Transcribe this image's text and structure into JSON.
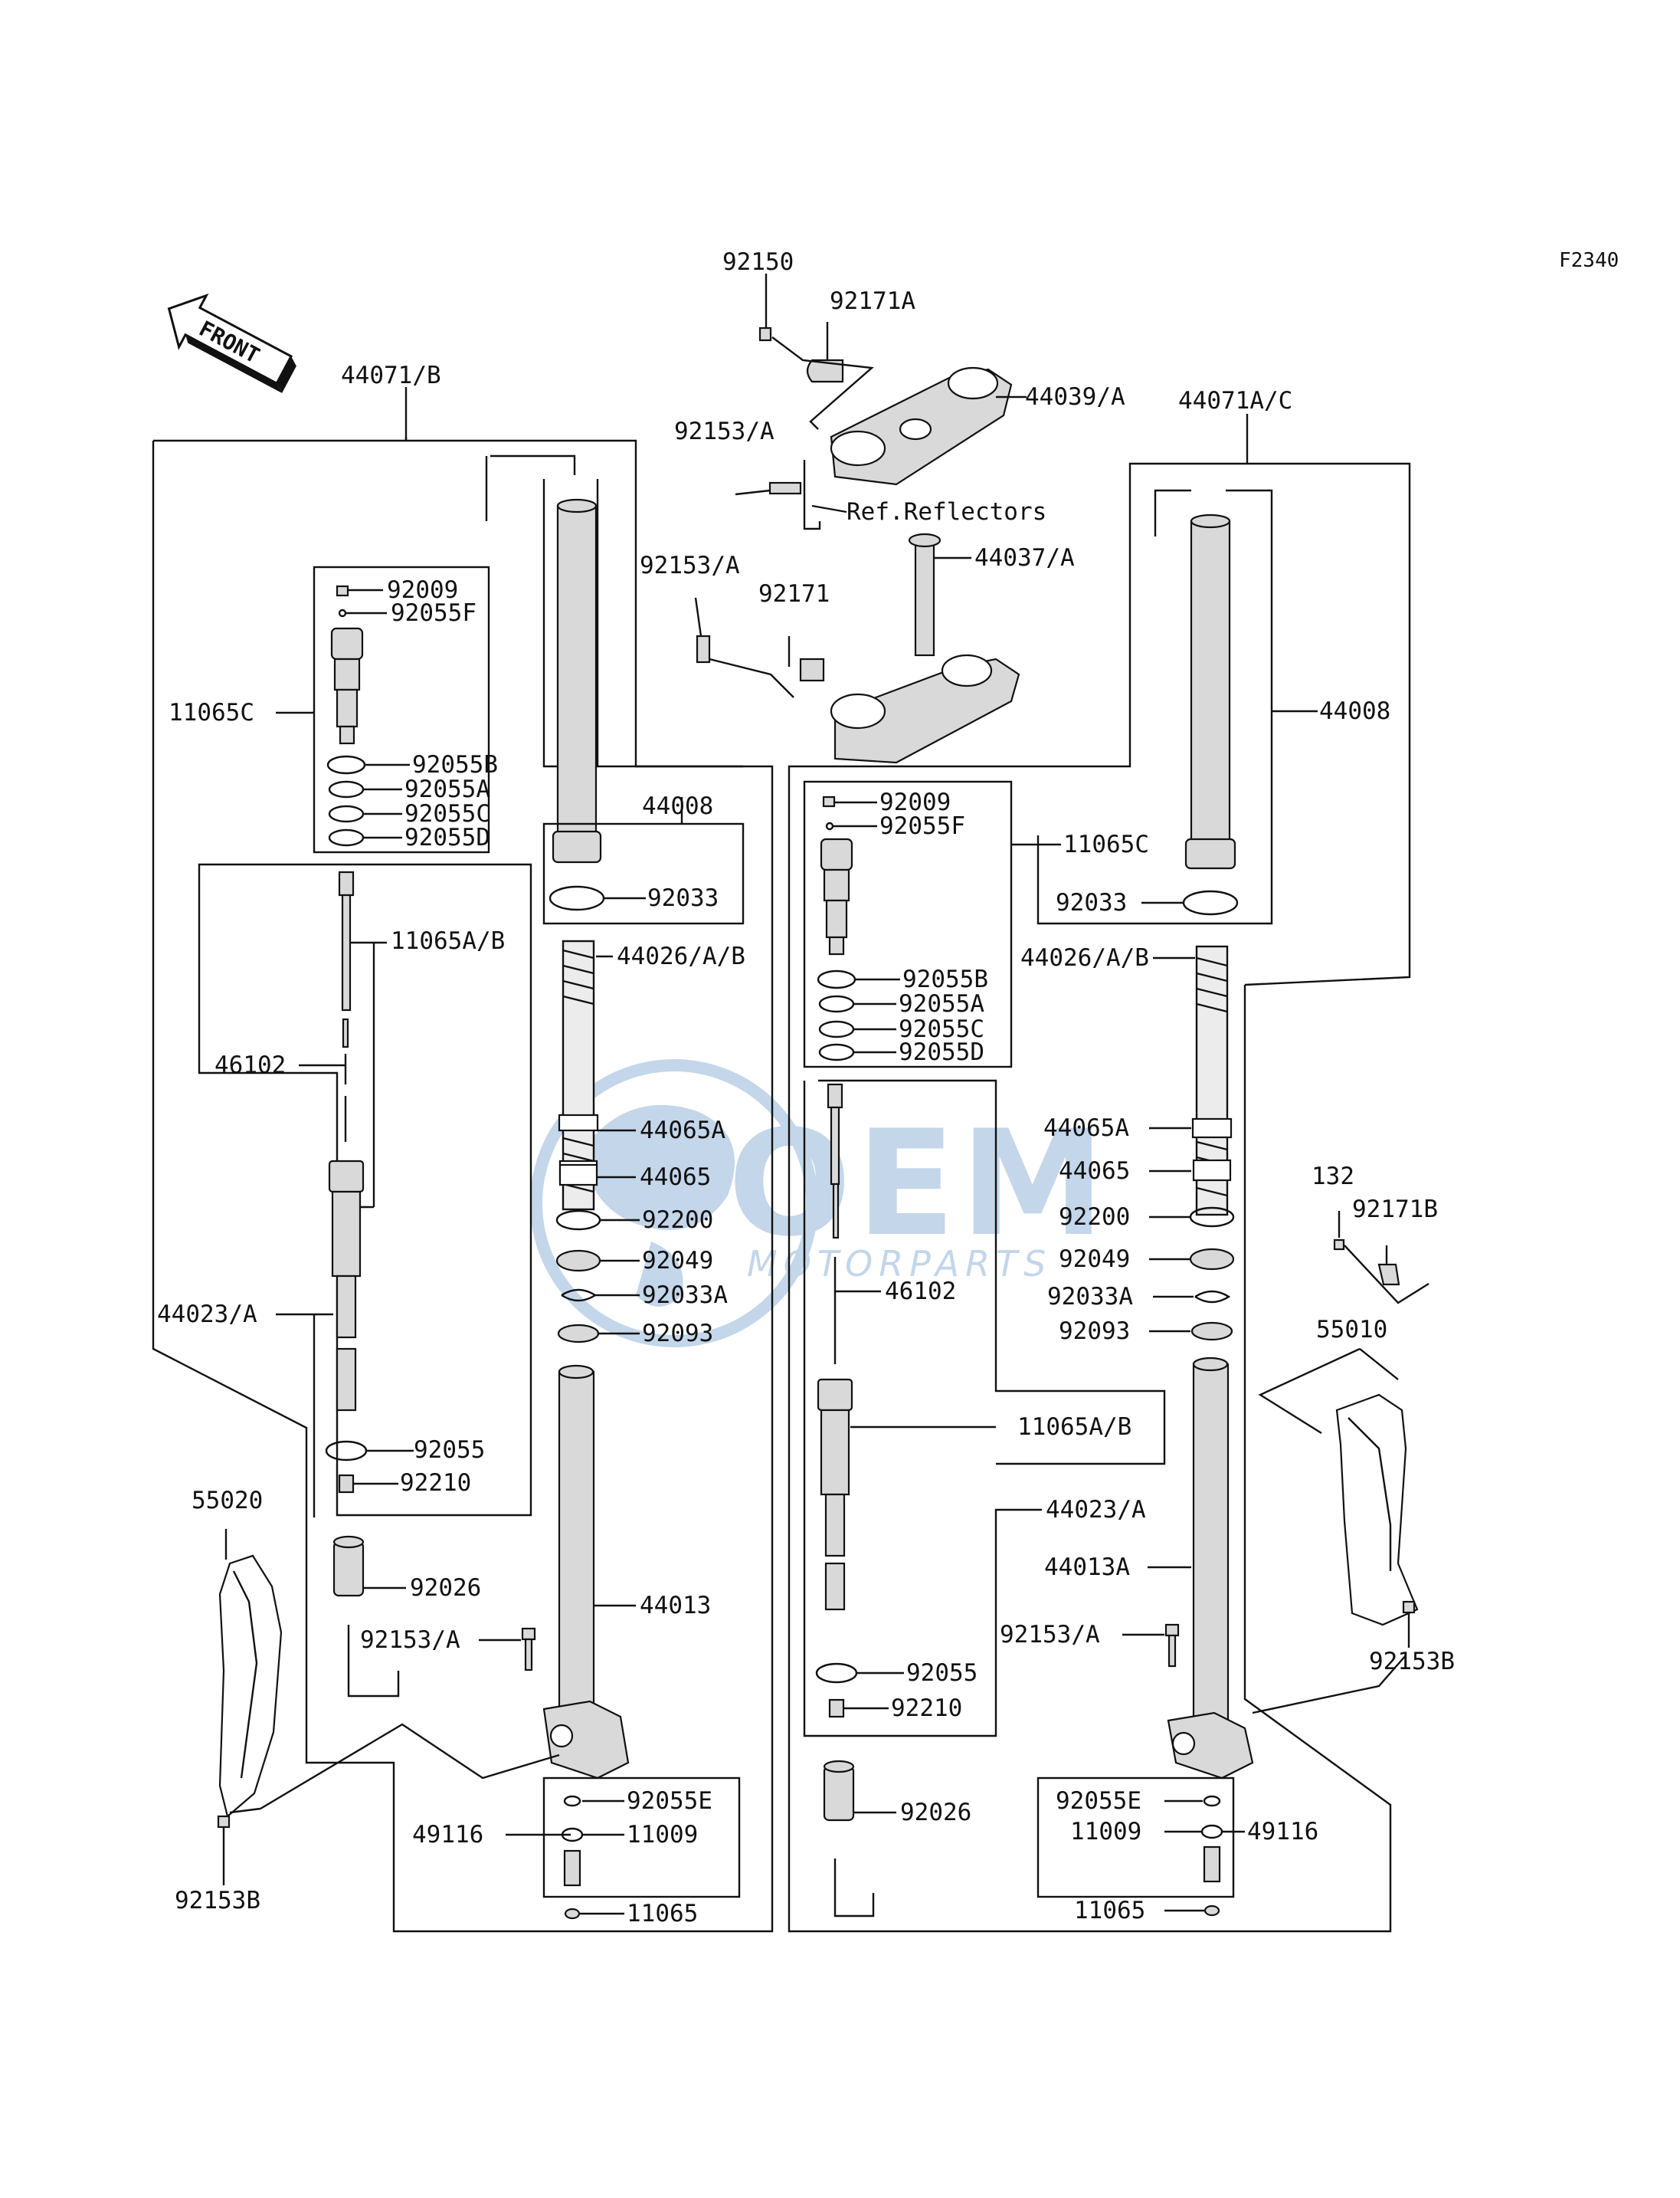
{
  "figure_code": "F2340",
  "front_arrow_label": "FRONT",
  "watermark": {
    "brand": "OEM",
    "sub": "MOTORPARTS",
    "color": "#2a6fb5"
  },
  "labels": {
    "p92150": "92150",
    "p92171A": "92171A",
    "p44039A": "44039/A",
    "p92153A_top": "92153/A",
    "ref_reflectors": "Ref.Reflectors",
    "p44037A": "44037/A",
    "p92153A_mid": "92153/A",
    "p92171": "92171",
    "p44071B": "44071/B",
    "p44071AC": "44071A/C",
    "L_92009": "92009",
    "L_92055F": "92055F",
    "L_11065C": "11065C",
    "L_92055B": "92055B",
    "L_92055A": "92055A",
    "L_92055C": "92055C",
    "L_92055D": "92055D",
    "L_44008": "44008",
    "L_92033": "92033",
    "L_11065AB": "11065A/B",
    "L_44026AB": "44026/A/B",
    "L_46102": "46102",
    "L_44065A": "44065A",
    "L_44065": "44065",
    "L_92200": "92200",
    "L_92049": "92049",
    "L_92033A": "92033A",
    "L_92093": "92093",
    "L_44023A": "44023/A",
    "L_92055": "92055",
    "L_92210": "92210",
    "L_55020": "55020",
    "L_92026": "92026",
    "L_44013": "44013",
    "L_92153A": "92153/A",
    "L_92055E": "92055E",
    "L_49116": "49116",
    "L_11009": "11009",
    "L_11065": "11065",
    "L_92153B": "92153B",
    "R_92009": "92009",
    "R_92055F": "92055F",
    "R_11065C": "11065C",
    "R_92055B": "92055B",
    "R_92055A": "92055A",
    "R_92055C": "92055C",
    "R_92055D": "92055D",
    "R_44008": "44008",
    "R_92033": "92033",
    "R_44026AB": "44026/A/B",
    "R_44065A": "44065A",
    "R_44065": "44065",
    "R_92200": "92200",
    "R_92049": "92049",
    "R_92033A": "92033A",
    "R_92093": "92093",
    "R_46102": "46102",
    "R_11065AB": "11065A/B",
    "R_44023A": "44023/A",
    "R_44013A": "44013A",
    "R_92153A": "92153/A",
    "R_92055": "92055",
    "R_92210": "92210",
    "R_92026": "92026",
    "R_92055E": "92055E",
    "R_11009": "11009",
    "R_49116": "49116",
    "R_11065": "11065",
    "R_132": "132",
    "R_92171B": "92171B",
    "R_55010": "55010",
    "R_92153B": "92153B"
  }
}
